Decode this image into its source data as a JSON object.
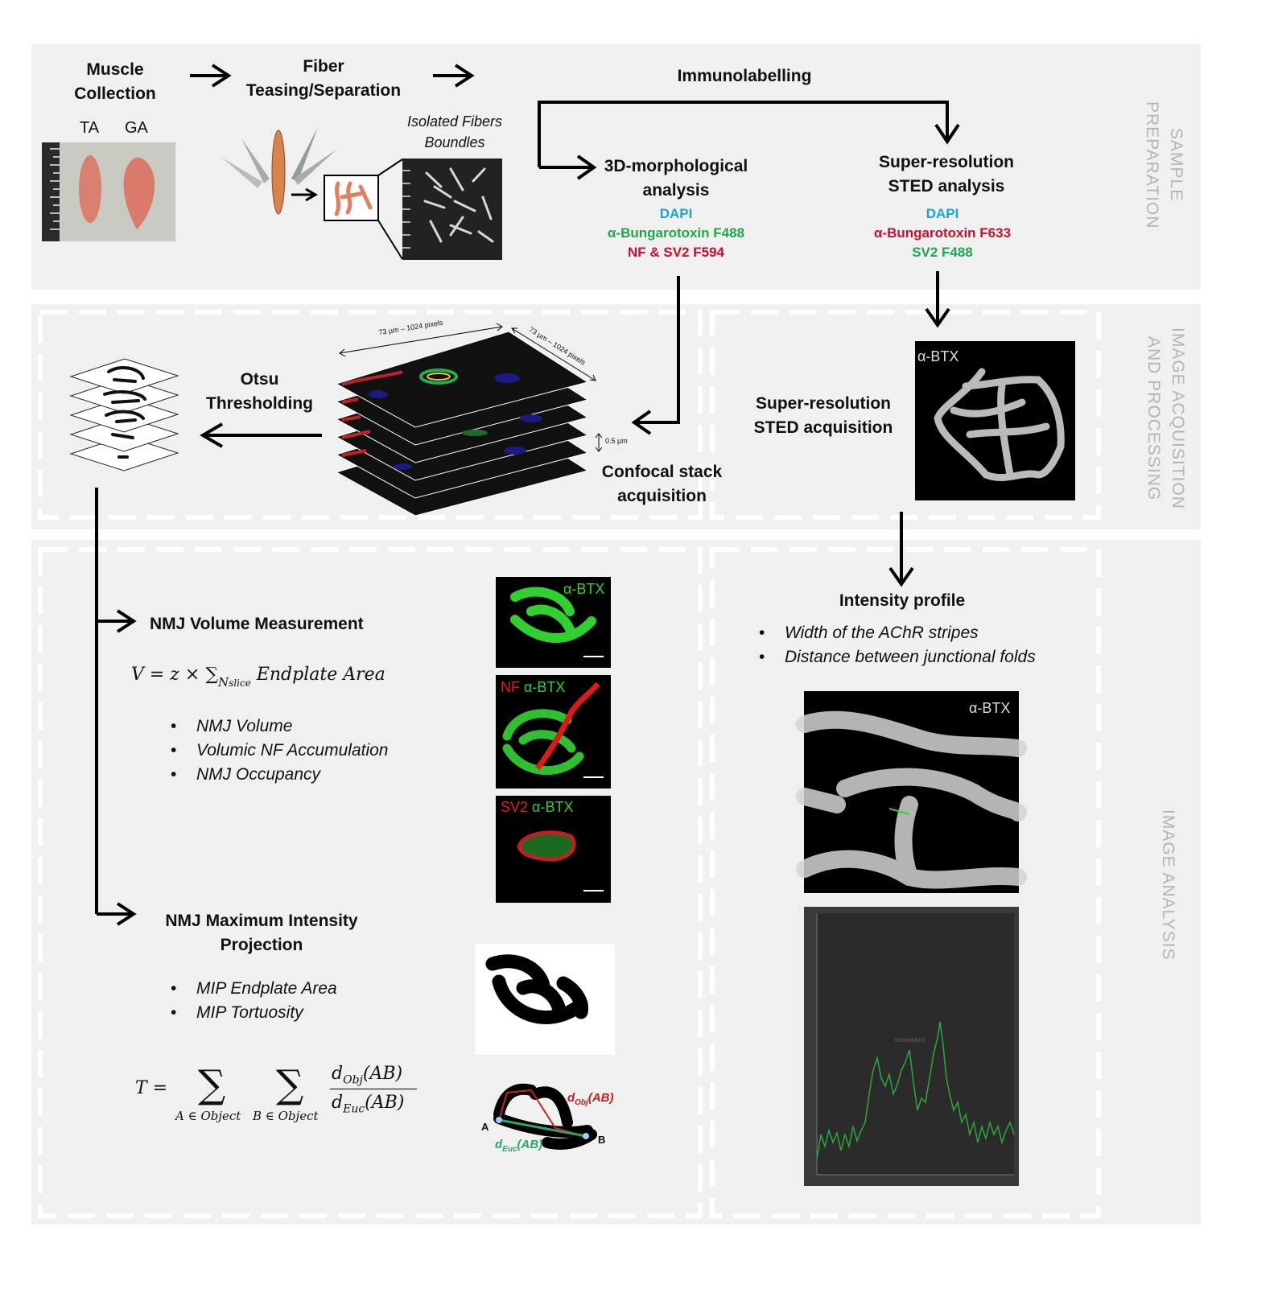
{
  "sections": {
    "sample_preparation": "SAMPLE PREPARATION",
    "image_acquisition": "IMAGE ACQUISITION AND PROCESSING",
    "image_analysis": "IMAGE ANALYSIS"
  },
  "prep": {
    "muscle_collection": "Muscle Collection",
    "ta": "TA",
    "ga": "GA",
    "fiber_teasing": "Fiber Teasing/Separation",
    "isolated_fibers": "Isolated Fibers Boundles",
    "immunolabelling": "Immunolabelling",
    "morph_title": "3D-morphological analysis",
    "morph_dapi": "DAPI",
    "morph_btx": "α-Bungarotoxin F488",
    "morph_nf": "NF & SV2 F594",
    "sted_title": "Super-resolution STED analysis",
    "sted_dapi": "DAPI",
    "sted_btx": "α-Bungarotoxin F633",
    "sted_sv2": "SV2 F488"
  },
  "acq": {
    "otsu": "Otsu Thresholding",
    "dim1": "73 µm – 1024 pixels",
    "dim2": "73 µm – 1024 pixels",
    "zstep": "0.5 µm",
    "confocal": "Confocal stack acquisition",
    "sted_acq": "Super-resolution STED acquisition",
    "sted_img_label": "α-BTX"
  },
  "analysis": {
    "volume_title": "NMJ Volume Measurement",
    "volume_formula": "V = z × ∑",
    "volume_formula_sub": "N",
    "volume_formula_subsub": "slice",
    "volume_formula_rest": " Endplate Area",
    "volume_bullets": [
      "NMJ Volume",
      "Volumic NF Accumulation",
      "NMJ Occupancy"
    ],
    "mip_title": "NMJ Maximum Intensity Projection",
    "mip_bullets": [
      "MIP Endplate Area",
      "MIP Tortuosity"
    ],
    "tort_T": "T =",
    "tort_sum1_sub": "A ∈ Object",
    "tort_sum2_sub": "B ∈ Object",
    "tort_num": "d",
    "tort_num_sub": "Obj",
    "tort_num_arg": "(AB)",
    "tort_den": "d",
    "tort_den_sub": "Euc",
    "tort_den_arg": "(AB)",
    "img1_label": "α-BTX",
    "img2_nf": "NF",
    "img2_btx": "α-BTX",
    "img3_sv2": "SV2",
    "img3_btx": "α-BTX",
    "tort_dobj": "d",
    "tort_dobj_sub": "Obj",
    "tort_dobj_arg": "(AB)",
    "tort_deuc": "d",
    "tort_deuc_sub": "Euc",
    "tort_deuc_arg": "(AB)",
    "tort_a": "A",
    "tort_b": "B",
    "profile_title": "Intensity profile",
    "profile_bullets": [
      "Width of the AChR stripes",
      "Distance between junctional folds"
    ],
    "sted_zoom_label": "α-BTX",
    "plot_channel": "Channel001"
  },
  "colors": {
    "dapi": "#1ba3d6",
    "btx_green": "#1fa84a",
    "red": "#c8102e",
    "panel": "#f0f0f0",
    "side_label": "#b4b4b4"
  }
}
